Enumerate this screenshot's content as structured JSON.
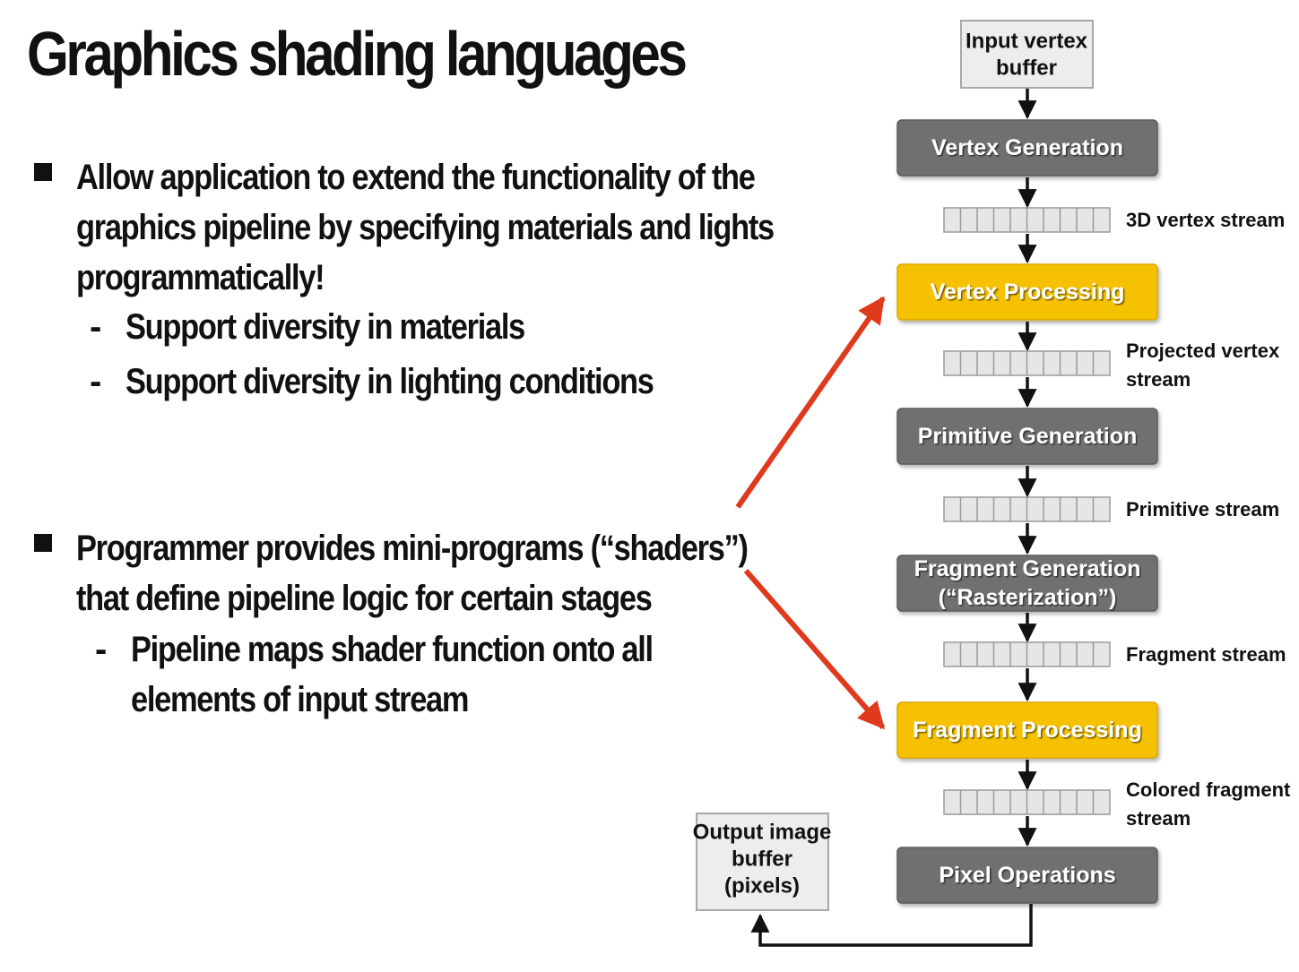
{
  "title": "Graphics shading languages",
  "bullets": [
    {
      "lines": [
        "Allow application to extend the functionality of the",
        "graphics pipeline by specifying materials and lights",
        "programmatically!"
      ],
      "subs": [
        [
          "Support diversity in materials"
        ],
        [
          "Support diversity in lighting conditions"
        ]
      ]
    },
    {
      "lines": [
        "Programmer provides mini-programs (“shaders”)",
        "that define pipeline logic for certain stages"
      ],
      "subs": [
        [
          "Pipeline maps shader function onto all",
          "elements of input stream"
        ]
      ]
    }
  ],
  "dash": "-",
  "pipeline": {
    "input": [
      "Input vertex",
      "buffer"
    ],
    "output": [
      "Output image",
      "buffer",
      "(pixels)"
    ],
    "stages": [
      {
        "lines": [
          "Vertex Generation"
        ],
        "kind": "fixed"
      },
      {
        "lines": [
          "Vertex Processing"
        ],
        "kind": "programmable"
      },
      {
        "lines": [
          "Primitive Generation"
        ],
        "kind": "fixed"
      },
      {
        "lines": [
          "Fragment Generation",
          "(“Rasterization”)"
        ],
        "kind": "fixed"
      },
      {
        "lines": [
          "Fragment Processing"
        ],
        "kind": "programmable"
      },
      {
        "lines": [
          "Pixel Operations"
        ],
        "kind": "fixed"
      }
    ],
    "streams": [
      [
        "3D vertex stream"
      ],
      [
        "Projected vertex",
        "stream"
      ],
      [
        "Primitive stream"
      ],
      [
        "Fragment stream"
      ],
      [
        "Colored fragment",
        "stream"
      ]
    ]
  },
  "colors": {
    "fixed": "#707070",
    "programmable": "#f5c100",
    "arrow_red": "#e03a1e",
    "buffer_fill": "#ededed",
    "buffer_stroke": "#a8a8a8",
    "stream_fill": "#e6e6e6",
    "stream_stroke": "#9a9a9a"
  }
}
